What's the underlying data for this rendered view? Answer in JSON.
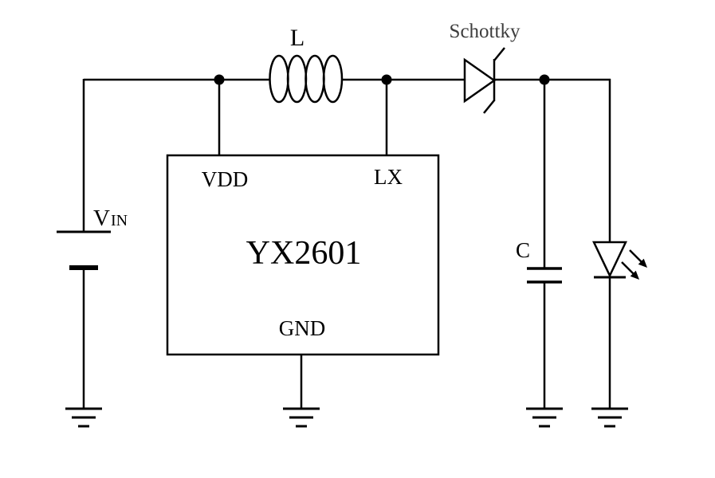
{
  "schematic": {
    "ic": {
      "part_number": "YX2601",
      "pins": {
        "vdd": "VDD",
        "lx": "LX",
        "gnd": "GND"
      }
    },
    "components": {
      "inductor_label": "L",
      "schottky_label": "Schottky",
      "input_source_main": "V",
      "input_source_sub": "IN",
      "capacitor_label": "C"
    },
    "colors": {
      "wire": "#000000",
      "background": "#ffffff",
      "schottky_text": "#3d3d3d"
    }
  }
}
